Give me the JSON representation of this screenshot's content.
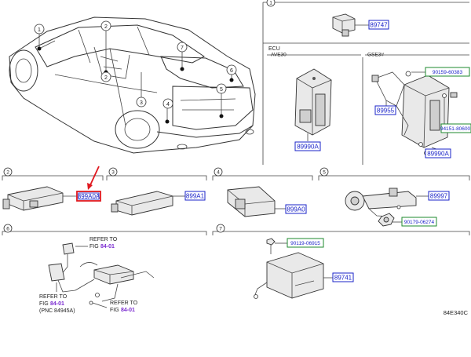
{
  "diagram_id": "84E340C",
  "colors": {
    "blue_box": "#1a23c8",
    "green_box": "#1e8a2e",
    "red": "#e0181f",
    "purple": "#7b2bd0"
  },
  "callouts": [
    "1",
    "2",
    "3",
    "4",
    "5",
    "6",
    "7"
  ],
  "ecu": {
    "label": "ECU",
    "variant_left": "AVE30",
    "variant_right": "GSE3#"
  },
  "parts": {
    "p89747": "89747",
    "p90159": "90159-60383",
    "p89955": "89955",
    "p94151": "94151-80600",
    "p89990A_left": "89990A",
    "p89990A_right": "89990A",
    "p899A0A": "899A0A",
    "p899A1": "899A1",
    "p899A0": "899A0",
    "p89997": "89997",
    "p90179": "90179-06274",
    "p90119": "90119-06915",
    "p89741": "89741"
  },
  "refs": {
    "ref1_line1": "REFER TO",
    "ref1_line2": "FIG",
    "ref1_num": "84-01",
    "ref2_line1": "REFER TO",
    "ref2_line2": "FIG",
    "ref2_num": "84-01",
    "ref2_pnc": "(PNC 84945A)",
    "ref3_line1": "REFER TO",
    "ref3_line2": "FIG",
    "ref3_num": "84-01"
  }
}
